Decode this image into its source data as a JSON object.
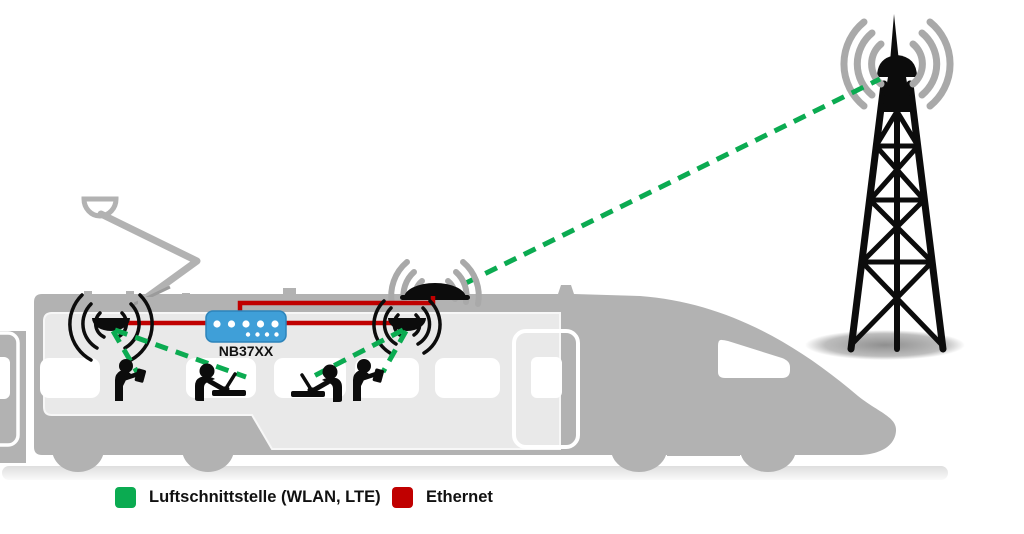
{
  "diagram": {
    "router_label": "NB37XX",
    "legend": {
      "air": {
        "label": "Luftschnittstelle (WLAN, LTE)"
      },
      "ethernet": {
        "label": "Ethernet"
      }
    },
    "icons": {
      "tower": "radio-tower-icon",
      "tower_waves": "radio-waves-icon",
      "roof_antenna": "train-roof-antenna-icon",
      "access_point_left": "wifi-access-point-icon",
      "access_point_right": "wifi-access-point-icon",
      "router": "router-device-icon",
      "pantograph": "pantograph-icon",
      "train": "high-speed-train-icon",
      "passengers": "passenger-with-laptop-icon"
    },
    "links": [
      {
        "type": "air",
        "from": "roof-antenna",
        "to": "radio-tower"
      },
      {
        "type": "air",
        "from": "access-point-left",
        "to": "passenger-1"
      },
      {
        "type": "air",
        "from": "access-point-left",
        "to": "passenger-2"
      },
      {
        "type": "air",
        "from": "access-point-right",
        "to": "passenger-3"
      },
      {
        "type": "air",
        "from": "access-point-right",
        "to": "passenger-4"
      },
      {
        "type": "ethernet",
        "from": "router",
        "to": "roof-antenna"
      },
      {
        "type": "ethernet",
        "from": "router",
        "to": "access-point-left"
      },
      {
        "type": "ethernet",
        "from": "router",
        "to": "access-point-right"
      }
    ]
  },
  "colors": {
    "green": "#0bab51",
    "red": "#c00000",
    "blue": "#3f9fd8",
    "train_gray": "#b2b2b2",
    "interior_gray": "#e9e9e9",
    "wave_gray": "#a9a9a9",
    "ink": "#0c0c0c"
  }
}
